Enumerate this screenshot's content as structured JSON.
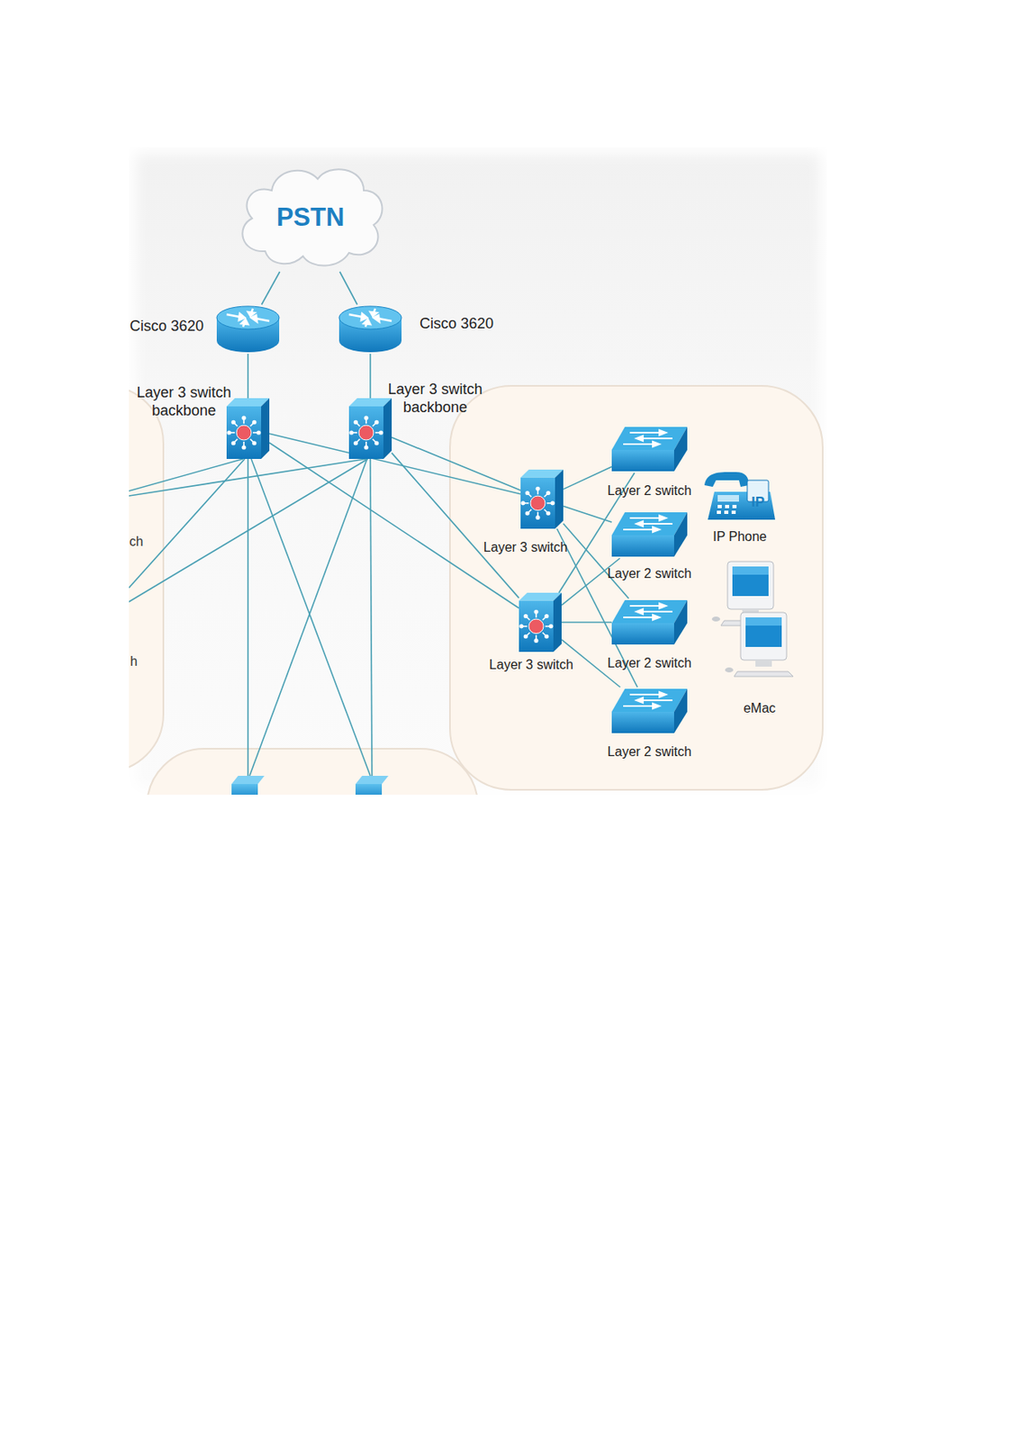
{
  "diagram": {
    "nodes": [
      {
        "text": [
          "PSTN"
        ]
      },
      {
        "text": [
          "Cisco 3620"
        ]
      },
      {
        "text": [
          "Cisco 3620"
        ]
      },
      {
        "text": [
          "Layer 3 switch backbone"
        ]
      },
      {
        "text": [
          "Layer 3 switch backbone"
        ]
      },
      {
        "text": [
          "Layer 3 switch"
        ]
      },
      {
        "text": [
          "Layer 3 switch"
        ]
      },
      {
        "text": [
          "Layer 2 switch"
        ]
      },
      {
        "text": [
          "Layer 2 switch"
        ]
      },
      {
        "text": [
          "Layer 2 switch"
        ]
      },
      {
        "text": [
          "Layer 2 switch"
        ]
      },
      {
        "text": [
          "IP Phone"
        ]
      },
      {
        "text": [
          "eMac"
        ]
      }
    ],
    "edges": [
      {
        "from": 0,
        "to": 1,
        "arrow": "none"
      },
      {
        "from": 0,
        "to": 2,
        "arrow": "none"
      },
      {
        "from": 1,
        "to": 3,
        "arrow": "none"
      },
      {
        "from": 2,
        "to": 4,
        "arrow": "none"
      },
      {
        "from": 3,
        "to": 5,
        "arrow": "none"
      },
      {
        "from": 3,
        "to": 6,
        "arrow": "none"
      },
      {
        "from": 4,
        "to": 5,
        "arrow": "none"
      },
      {
        "from": 4,
        "to": 6,
        "arrow": "none"
      },
      {
        "from": 5,
        "to": 7,
        "arrow": "none"
      },
      {
        "from": 5,
        "to": 8,
        "arrow": "none"
      },
      {
        "from": 5,
        "to": 9,
        "arrow": "none"
      },
      {
        "from": 5,
        "to": 10,
        "arrow": "none"
      },
      {
        "from": 6,
        "to": 7,
        "arrow": "none"
      },
      {
        "from": 6,
        "to": 8,
        "arrow": "none"
      },
      {
        "from": 6,
        "to": 9,
        "arrow": "none"
      },
      {
        "from": 6,
        "to": 10,
        "arrow": "none"
      }
    ],
    "labels": [
      "ch",
      "h",
      "IP"
    ]
  }
}
